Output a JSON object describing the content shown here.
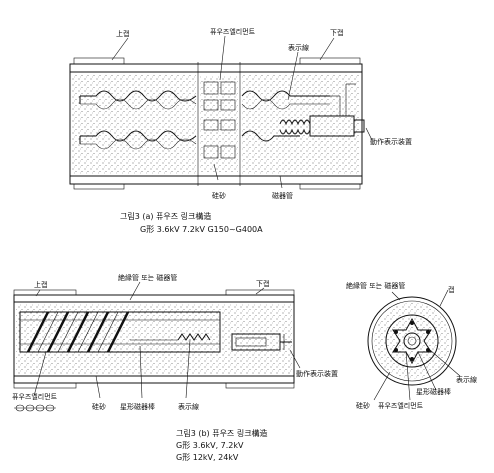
{
  "figure_a": {
    "labels": {
      "top_cap": "上캡",
      "fuse_element": "퓨우즈엘리먼트",
      "bottom_cap": "下캡",
      "indicator_wire": "表示線",
      "actuation_indicator": "動作表示装置",
      "silica_sand": "硅砂",
      "porcelain_tube": "磁器管"
    },
    "caption": {
      "line1": "그림3 (a) 퓨우즈 링크構造",
      "line2": "G形 3.6kV 7.2kV G150~G400A"
    }
  },
  "figure_b": {
    "labels": {
      "top_cap": "上캡",
      "outer_tube": "絶縁管 또는 磁器管",
      "bottom_cap": "下캡",
      "fuse_element": "퓨우즈엘리먼트",
      "silica_sand": "硅砂",
      "star_core": "星形磁器棒",
      "indicator_wire": "表示線",
      "actuation_indicator": "動作表示装置",
      "cs_outer_tube": "絶縁管 또는 磁器管",
      "cs_cap": "캡",
      "cs_indicator_wire": "表示線",
      "cs_star_core": "星形磁器棒",
      "cs_silica_sand": "硅砂",
      "cs_fuse_element": "퓨우즈엘리먼트"
    },
    "caption": {
      "line1": "그림3 (b) 퓨우즈 링크構造",
      "line2": "G形 3.6kV, 7.2kV",
      "line3": "G形 12kV, 24kV"
    }
  }
}
